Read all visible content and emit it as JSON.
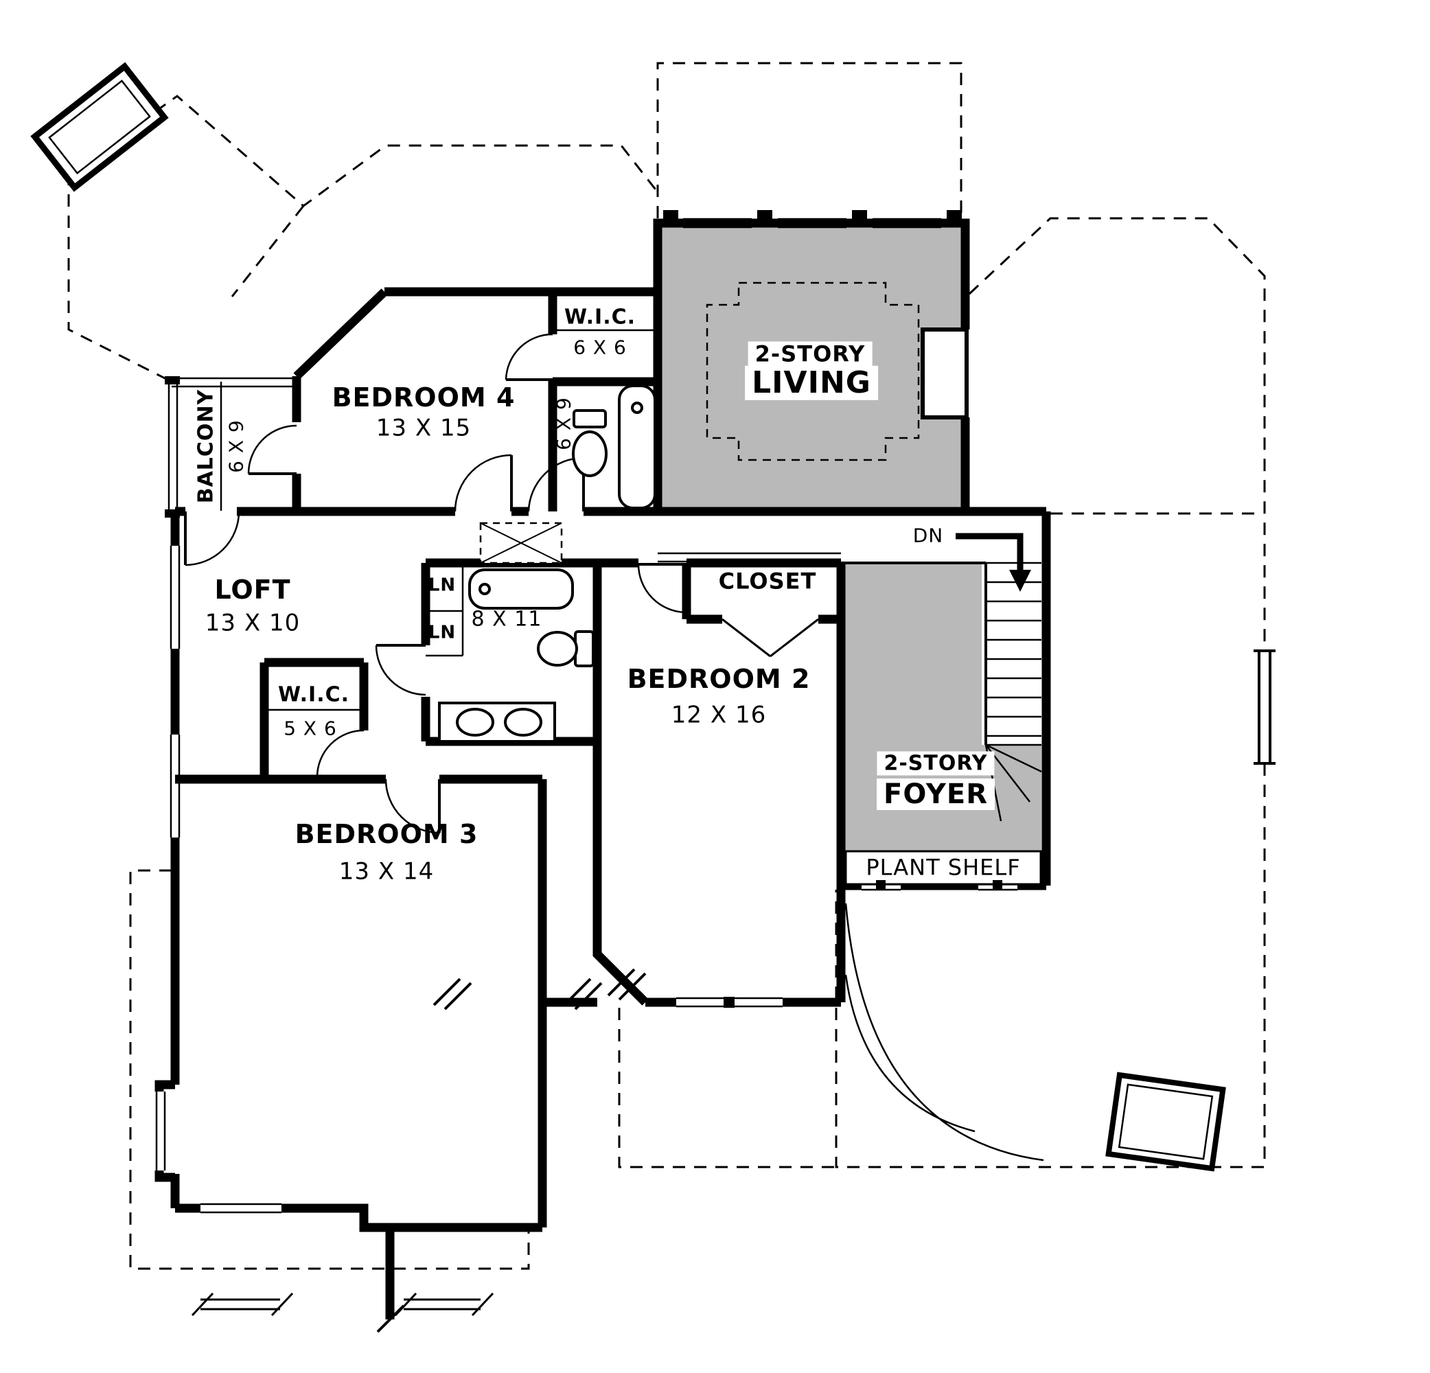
{
  "plan": {
    "colors": {
      "two_story_fill": "#b9b9b9",
      "wall": "#000000",
      "background": "#ffffff"
    },
    "rooms": {
      "balcony": {
        "name": "BALCONY",
        "dims": "6 X 9"
      },
      "bedroom4": {
        "name": "BEDROOM 4",
        "dims": "13 X 15"
      },
      "wic_top": {
        "name": "W.I.C.",
        "dims": "6 X 6"
      },
      "bath_top": {
        "dims": "6 X 9"
      },
      "living": {
        "line1": "2-STORY",
        "line2": "LIVING"
      },
      "loft": {
        "name": "LOFT",
        "dims": "13 X 10"
      },
      "linen1": {
        "name": "LN"
      },
      "linen2": {
        "name": "LN"
      },
      "bath_mid": {
        "dims": "8 X 11"
      },
      "closet": {
        "name": "CLOSET"
      },
      "bedroom2": {
        "name": "BEDROOM 2",
        "dims": "12 X 16"
      },
      "wic_left": {
        "name": "W.I.C.",
        "dims": "5 X 6"
      },
      "bedroom3": {
        "name": "BEDROOM 3",
        "dims": "13 X 14"
      },
      "foyer": {
        "line1": "2-STORY",
        "line2": "FOYER"
      },
      "plant_shelf": {
        "name": "PLANT SHELF"
      }
    },
    "stairs": {
      "dn_label": "DN"
    }
  }
}
